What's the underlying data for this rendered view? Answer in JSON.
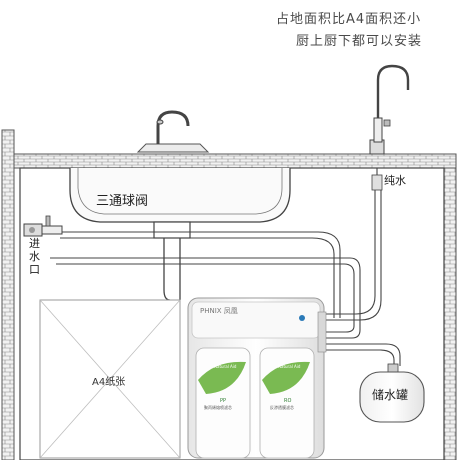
{
  "caption": {
    "line1": "占地面积比A4面积还小",
    "line2": "厨上厨下都可以安装"
  },
  "labels": {
    "ball_valve": "三通球阀",
    "water_inlet": "进水口",
    "pure_water": "纯水",
    "storage_tank": "储水罐",
    "a4_paper": "A4纸张",
    "brand": "PHNIX 凤凰",
    "filter_left_name": "Natural Aid",
    "filter_left_tag": "PP",
    "filter_left_desc": "聚丙烯熔喷滤芯",
    "filter_right_name": "Natural Aid",
    "filter_right_tag": "RO",
    "filter_right_desc": "反渗透膜滤芯"
  },
  "colors": {
    "pipe": "#444444",
    "wall": "#555555",
    "counter": "#cfcfcf",
    "unit_body": "#f4f4f4",
    "leaf_green": "#6cb33f",
    "accent_blue": "#2a7ab8"
  }
}
